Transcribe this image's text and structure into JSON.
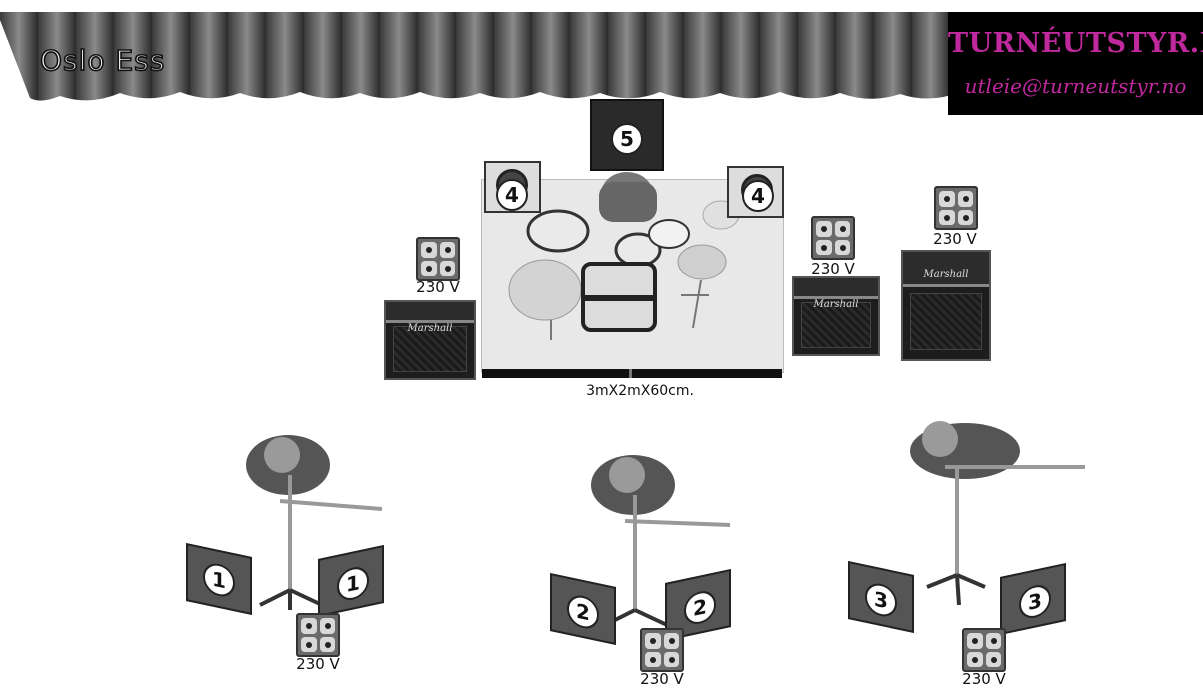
{
  "header": {
    "band_name": "Oslo Ess"
  },
  "logo": {
    "name": "TURNÉUTSTYR.NO",
    "email": "utleie@turneutstyr.no",
    "color": "#c0289e"
  },
  "riser": {
    "dimensions": "3mX2mX60cm."
  },
  "monitors": {
    "vocal_left": "1",
    "vocal_center": "2",
    "vocal_right": "3",
    "drum_side": "4",
    "drum_sub": "5"
  },
  "power": {
    "voltage_label": "230 V"
  },
  "amps": {
    "brand": "Marshall"
  }
}
